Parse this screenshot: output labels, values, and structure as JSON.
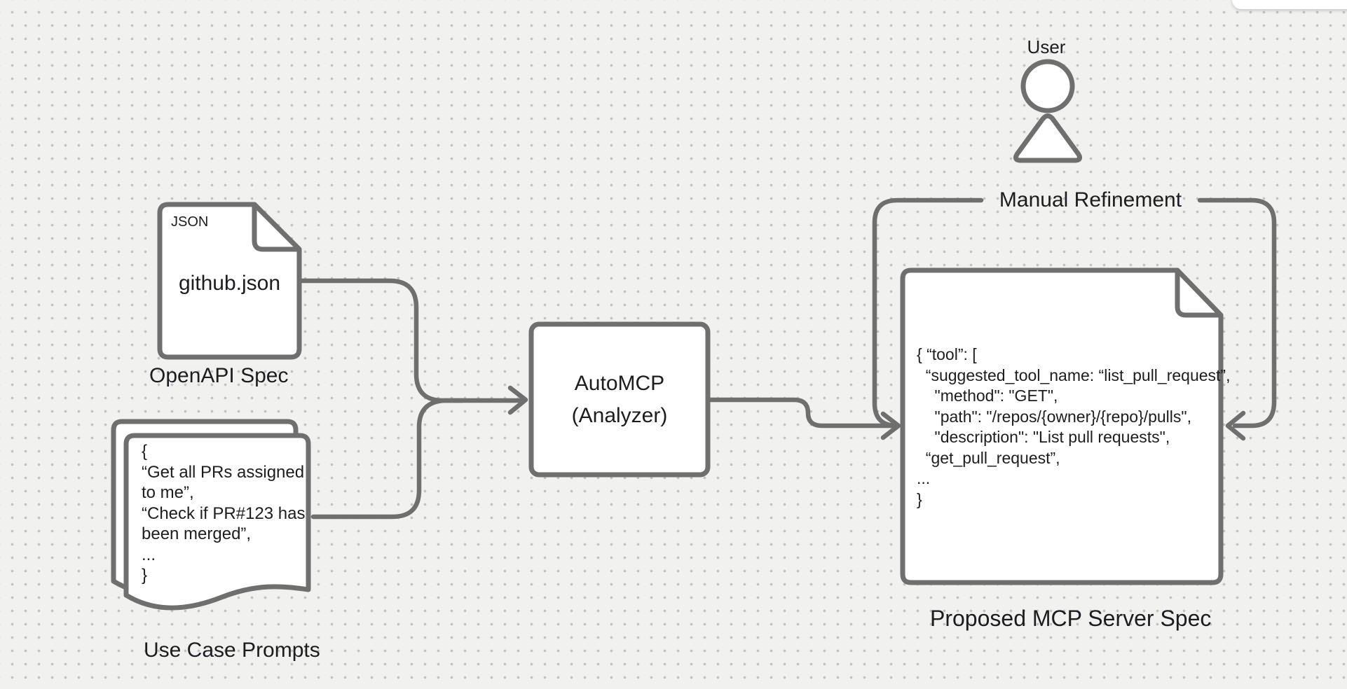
{
  "theme": {
    "bg": "#f1f1ef",
    "dot": "#c2c2c0",
    "stroke": "#6f6f6f",
    "shape-fill": "#ffffff",
    "ink": "#1d1d21"
  },
  "nodes": {
    "openapi_doc": {
      "badge": "JSON",
      "filename": "github.json",
      "caption": "OpenAPI Spec"
    },
    "use_case_doc": {
      "text": "{\n“Get all PRs assigned\nto me”,\n“Check if PR#123 has\nbeen merged”,\n...\n}",
      "caption": "Use Case Prompts"
    },
    "automcp": {
      "label": "AutoMCP\n(Analyzer)"
    },
    "user": {
      "label": "User"
    },
    "mcp_doc": {
      "text": "{ “tool”: [\n  “suggested_tool_name: “list_pull_request”,\n    \"method\": \"GET\",\n    \"path\": \"/repos/{owner}/{repo}/pulls\",\n    \"description\": \"List pull requests\",\n  “get_pull_request”,\n...\n}",
      "caption": "Proposed MCP Server Spec"
    },
    "loop": {
      "label": "Manual Refinement"
    }
  }
}
